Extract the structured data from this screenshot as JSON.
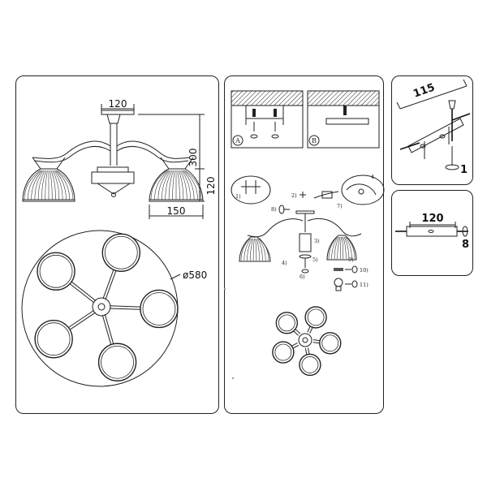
{
  "panel1": {
    "dim_top_width": "120",
    "dim_total_height": "300",
    "dim_shade_height": "120",
    "dim_shade_width": "150",
    "dim_diameter": "ø580"
  },
  "panel2": {
    "step_a": "A",
    "step_b": "B",
    "callouts": [
      "1)",
      "2)",
      "3)",
      "4)",
      "5)",
      "6)",
      "7)",
      "8)",
      "9)",
      "10)",
      "11)"
    ]
  },
  "panel3": {
    "dim_plate": "115",
    "qty_screws": "1"
  },
  "panel4": {
    "dim_bar": "120",
    "qty_screws": "8"
  }
}
